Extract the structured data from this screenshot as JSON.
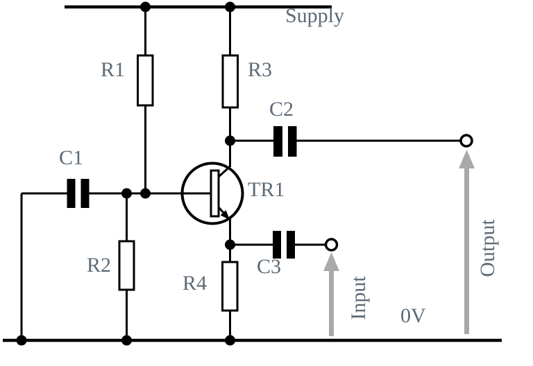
{
  "diagram": {
    "kind": "circuit-schematic",
    "description": "Common-emitter transistor amplifier schematic",
    "labels": {
      "supply": "Supply",
      "ground": "0V",
      "input": "Input",
      "output": "Output",
      "r1": "R1",
      "r2": "R2",
      "r3": "R3",
      "r4": "R4",
      "c1": "C1",
      "c2": "C2",
      "c3": "C3",
      "tr1": "TR1"
    },
    "components": [
      {
        "id": "R1",
        "type": "resistor"
      },
      {
        "id": "R2",
        "type": "resistor"
      },
      {
        "id": "R3",
        "type": "resistor"
      },
      {
        "id": "R4",
        "type": "resistor"
      },
      {
        "id": "C1",
        "type": "capacitor"
      },
      {
        "id": "C2",
        "type": "capacitor"
      },
      {
        "id": "C3",
        "type": "capacitor"
      },
      {
        "id": "TR1",
        "type": "npn-transistor"
      }
    ],
    "terminals": [
      {
        "id": "input-terminal",
        "label": "Input"
      },
      {
        "id": "output-terminal",
        "label": "Output"
      }
    ],
    "rails": [
      {
        "id": "supply-rail",
        "label": "Supply"
      },
      {
        "id": "ground-rail",
        "label": "0V"
      }
    ]
  },
  "colors": {
    "wire": "#000000",
    "label": "#5e6a76",
    "arrow": "#a9a9a9",
    "background": "#ffffff"
  }
}
